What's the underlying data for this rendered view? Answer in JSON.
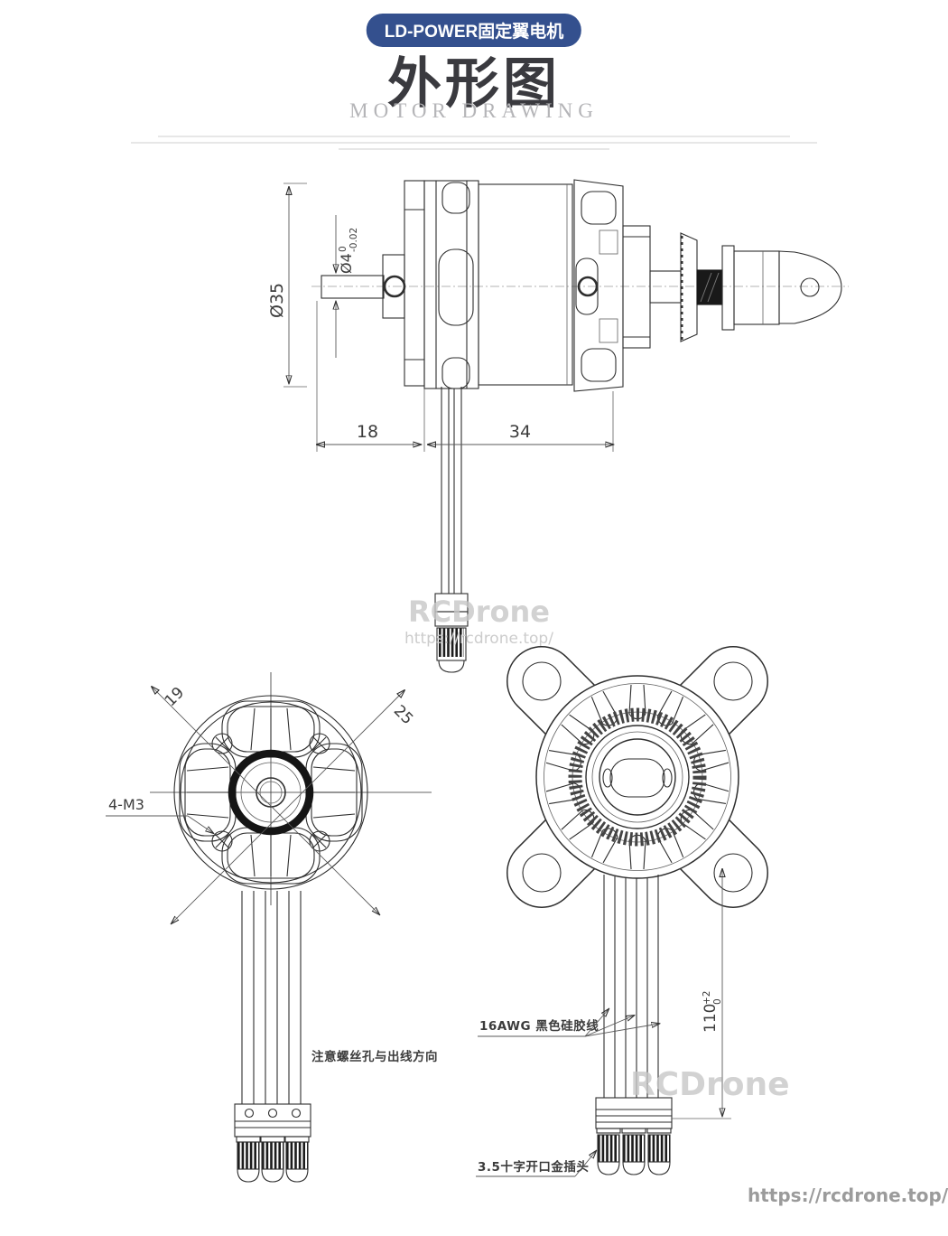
{
  "header": {
    "badge": "LD-POWER固定翼电机",
    "title": "外形图",
    "subtitle": "MOTOR DRAWING"
  },
  "side_view": {
    "shaft_diameter": "Ø4",
    "shaft_tol_upper": "0",
    "shaft_tol_lower": "-0.02",
    "body_diameter": "Ø35",
    "shaft_length": "18",
    "body_length": "34"
  },
  "front_view": {
    "hole_pitch_a": "19",
    "hole_pitch_b": "25",
    "screw_spec": "4-M3",
    "note": "注意螺丝孔与出线方向"
  },
  "rear_view": {
    "wire_label": "16AWG 黑色硅胶线",
    "wire_length": "110",
    "wire_length_tol_upper": "+2",
    "wire_length_tol_lower": "0",
    "connector_label": "3.5十字开口金插头"
  },
  "watermark": {
    "brand_center": "RCDrone",
    "url_center": "https://rcdrone.top/",
    "brand_lower": "RCDrone",
    "url_footer": "https://rcdrone.top/"
  },
  "colors": {
    "badge_bg": "#34508e",
    "line": "#2e2e2e",
    "watermark": "#c7c7c7"
  }
}
